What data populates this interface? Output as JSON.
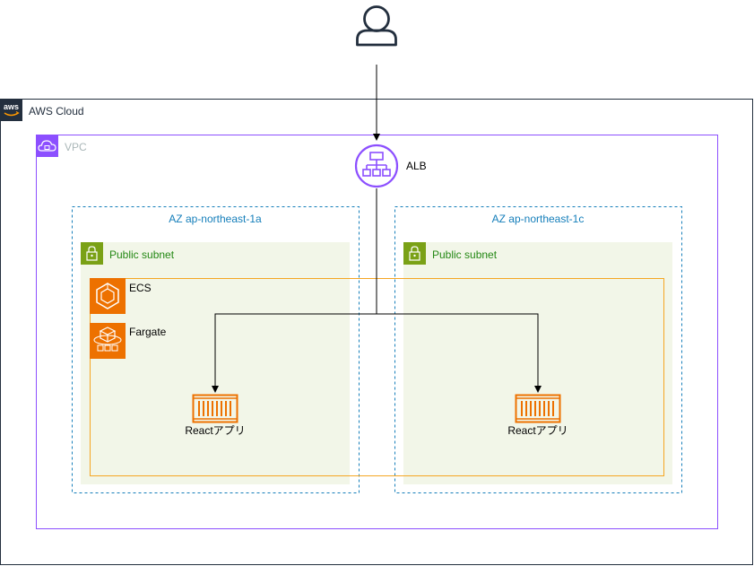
{
  "aws_cloud": {
    "label": "AWS Cloud"
  },
  "vpc": {
    "label": "VPC"
  },
  "alb": {
    "label": "ALB"
  },
  "availability_zones": [
    {
      "label": "AZ ap-northeast-1a",
      "subnet_label": "Public subnet"
    },
    {
      "label": "AZ ap-northeast-1c",
      "subnet_label": "Public subnet"
    }
  ],
  "ecs": {
    "label": "ECS"
  },
  "fargate": {
    "label": "Fargate"
  },
  "containers": [
    {
      "label": "Reactアプリ"
    },
    {
      "label": "Reactアプリ"
    }
  ],
  "colors": {
    "cloud_border": "#232F3E",
    "vpc_border": "#8C4FFF",
    "vpc_text": "#AAB7B8",
    "az_border": "#147EBA",
    "subnet_fill": "#F2F6E8",
    "subnet_text": "#248814",
    "subnet_icon": "#7AA116",
    "ecs_orange": "#ED7100",
    "group_border": "#F5A623"
  }
}
